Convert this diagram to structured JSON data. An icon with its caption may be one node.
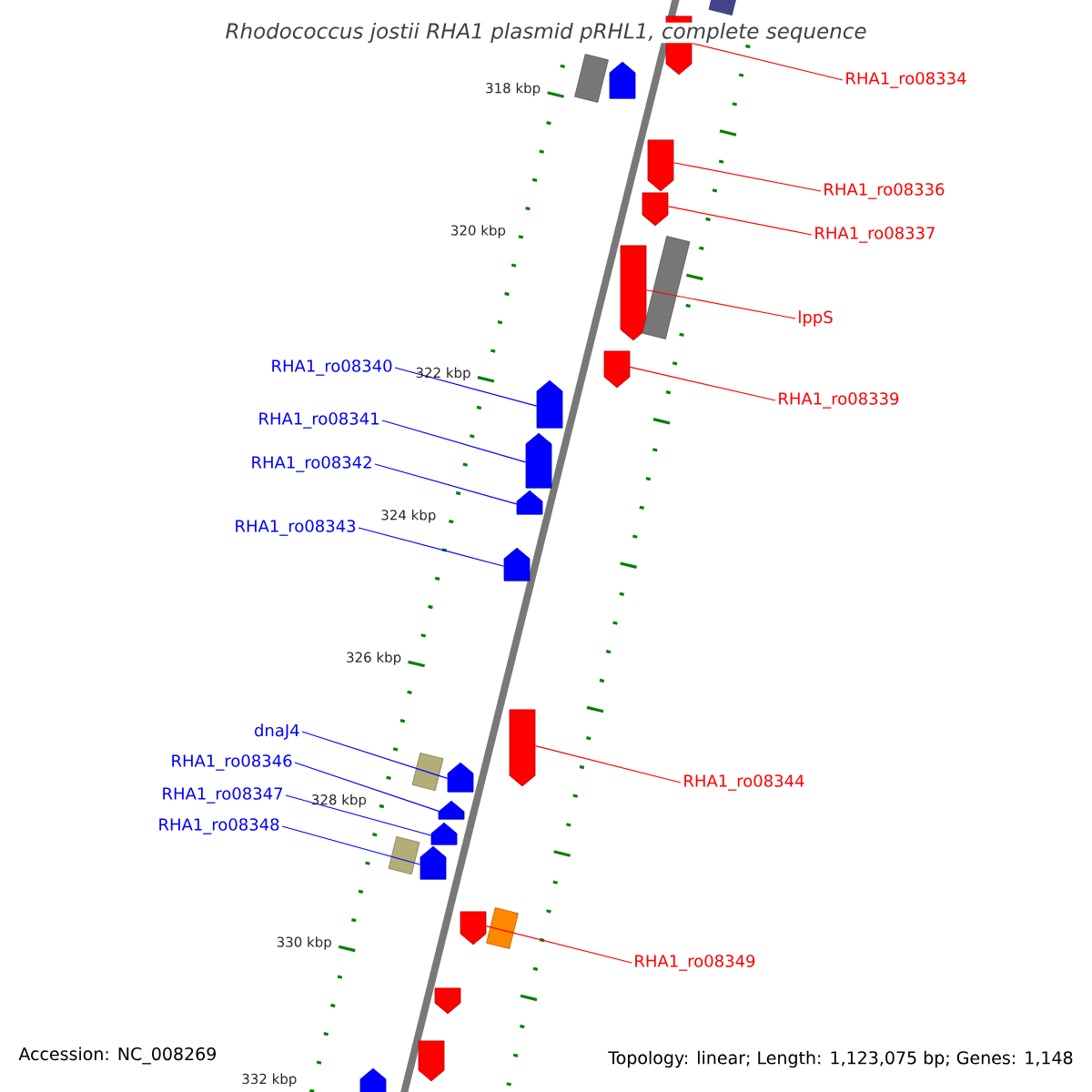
{
  "diagram": {
    "title": "Rhodococcus jostii RHA1 plasmid pRHL1, complete sequence",
    "nodes": [
      {
        "text": [
          "RHA1_ro08334"
        ]
      },
      {
        "text": [
          "RHA1_ro08336"
        ]
      },
      {
        "text": [
          "RHA1_ro08337"
        ]
      },
      {
        "text": [
          "lppS"
        ]
      },
      {
        "text": [
          "RHA1_ro08340"
        ]
      },
      {
        "text": [
          "RHA1_ro08339"
        ]
      },
      {
        "text": [
          "RHA1_ro08341"
        ]
      },
      {
        "text": [
          "RHA1_ro08342"
        ]
      },
      {
        "text": [
          "RHA1_ro08343"
        ]
      },
      {
        "text": [
          "dnaJ4"
        ]
      },
      {
        "text": [
          "RHA1_ro08346"
        ]
      },
      {
        "text": [
          "RHA1_ro08344"
        ]
      },
      {
        "text": [
          "RHA1_ro08347"
        ]
      },
      {
        "text": [
          "RHA1_ro08348"
        ]
      },
      {
        "text": [
          "RHA1_ro08349"
        ]
      },
      {
        "text": [],
        "shape": "pentagon"
      },
      {
        "text": [],
        "shape": "pentagon"
      },
      {
        "text": [],
        "shape": "pentagon"
      },
      {
        "text": [],
        "shape": "pentagon"
      },
      {
        "text": [],
        "shape": "pentagon"
      },
      {
        "text": [],
        "shape": "pentagon"
      },
      {
        "text": [],
        "shape": "pentagon"
      },
      {
        "text": [],
        "shape": "pentagon"
      },
      {
        "text": [],
        "shape": "pentagon"
      },
      {
        "text": [],
        "shape": "pentagon"
      },
      {
        "text": [],
        "shape": "pentagon"
      },
      {
        "text": [],
        "shape": "pentagon"
      },
      {
        "text": [],
        "shape": "pentagon"
      },
      {
        "text": [],
        "shape": "pentagon"
      },
      {
        "text": [],
        "shape": "pentagon"
      },
      {
        "text": [],
        "shape": "box"
      },
      {
        "text": [],
        "shape": "pentagon"
      },
      {
        "text": [],
        "shape": "box"
      },
      {
        "text": [],
        "shape": "box"
      },
      {
        "text": [],
        "shape": "box"
      },
      {
        "text": [],
        "shape": "box"
      },
      {
        "text": [],
        "shape": "box"
      },
      {
        "text": [],
        "shape": "pentagon"
      },
      {
        "text": [],
        "shape": "pentagon"
      },
      {
        "text": [],
        "shape": "pentagon"
      }
    ],
    "edges": [
      {
        "from": 0,
        "to": 15,
        "arrow": "none",
        "color": "#ff0000"
      },
      {
        "from": 1,
        "to": 16,
        "arrow": "none",
        "color": "#ff0000"
      },
      {
        "from": 2,
        "to": 17,
        "arrow": "none",
        "color": "#ff0000"
      },
      {
        "from": 3,
        "to": 18,
        "arrow": "none",
        "color": "#ff0000"
      },
      {
        "from": 4,
        "to": 19,
        "arrow": "none"
      },
      {
        "from": 5,
        "to": 20,
        "arrow": "none",
        "color": "#ff0000"
      },
      {
        "from": 6,
        "to": 21,
        "arrow": "none"
      },
      {
        "from": 7,
        "to": 22,
        "arrow": "none"
      },
      {
        "from": 8,
        "to": 23,
        "arrow": "none"
      },
      {
        "from": 9,
        "to": 24,
        "arrow": "none"
      },
      {
        "from": 10,
        "to": 25,
        "arrow": "none"
      },
      {
        "from": 11,
        "to": 26,
        "arrow": "none",
        "color": "#ff0000"
      },
      {
        "from": 12,
        "to": 27,
        "arrow": "none"
      },
      {
        "from": 13,
        "to": 28,
        "arrow": "none"
      },
      {
        "from": 14,
        "to": 29,
        "arrow": "none",
        "color": "#ff0000"
      }
    ],
    "labels": [
      "318 kbp",
      "320 kbp",
      "322 kbp",
      "324 kbp",
      "326 kbp",
      "328 kbp",
      "330 kbp",
      "332 kbp",
      "Accession: NC_008269",
      "Topology: linear; Length: 1,123,075 bp; Genes: 1,148"
    ]
  }
}
